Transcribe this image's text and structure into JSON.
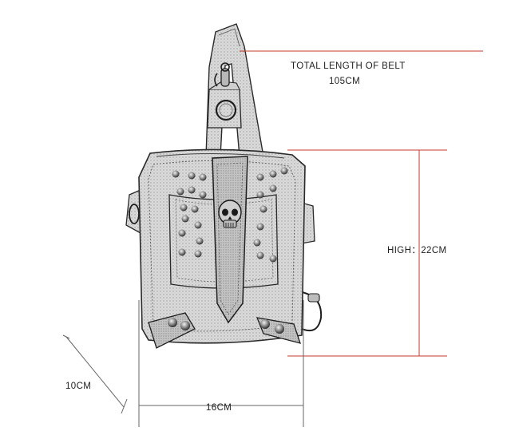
{
  "annotations": {
    "belt_title": "TOTAL LENGTH OF BELT",
    "belt_length": "105CM",
    "height": "HIGH：22CM",
    "depth": "10CM",
    "width": "16CM"
  },
  "colors": {
    "dimension_line": "#c0392b",
    "ink": "#2a2a2a",
    "sketch_fill": "#d6d6d6"
  }
}
